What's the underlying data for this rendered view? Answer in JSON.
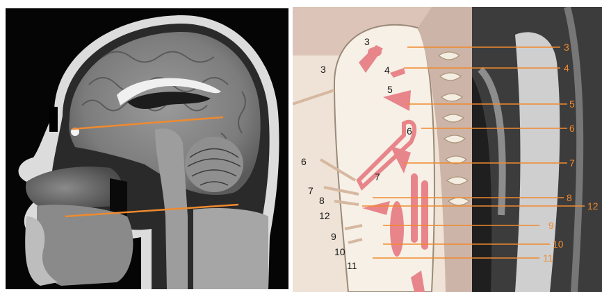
{
  "figure": {
    "mri_panel": {
      "description_hidden": ""
    },
    "diagram_panel": {
      "labels_left": [
        "3",
        "3",
        "4",
        "5",
        "6",
        "6",
        "7",
        "7",
        "8",
        "12",
        "9",
        "10",
        "11"
      ],
      "labels_right": [
        "3",
        "4",
        "5",
        "6",
        "7",
        "8",
        "12",
        "9",
        "10",
        "11"
      ]
    }
  }
}
